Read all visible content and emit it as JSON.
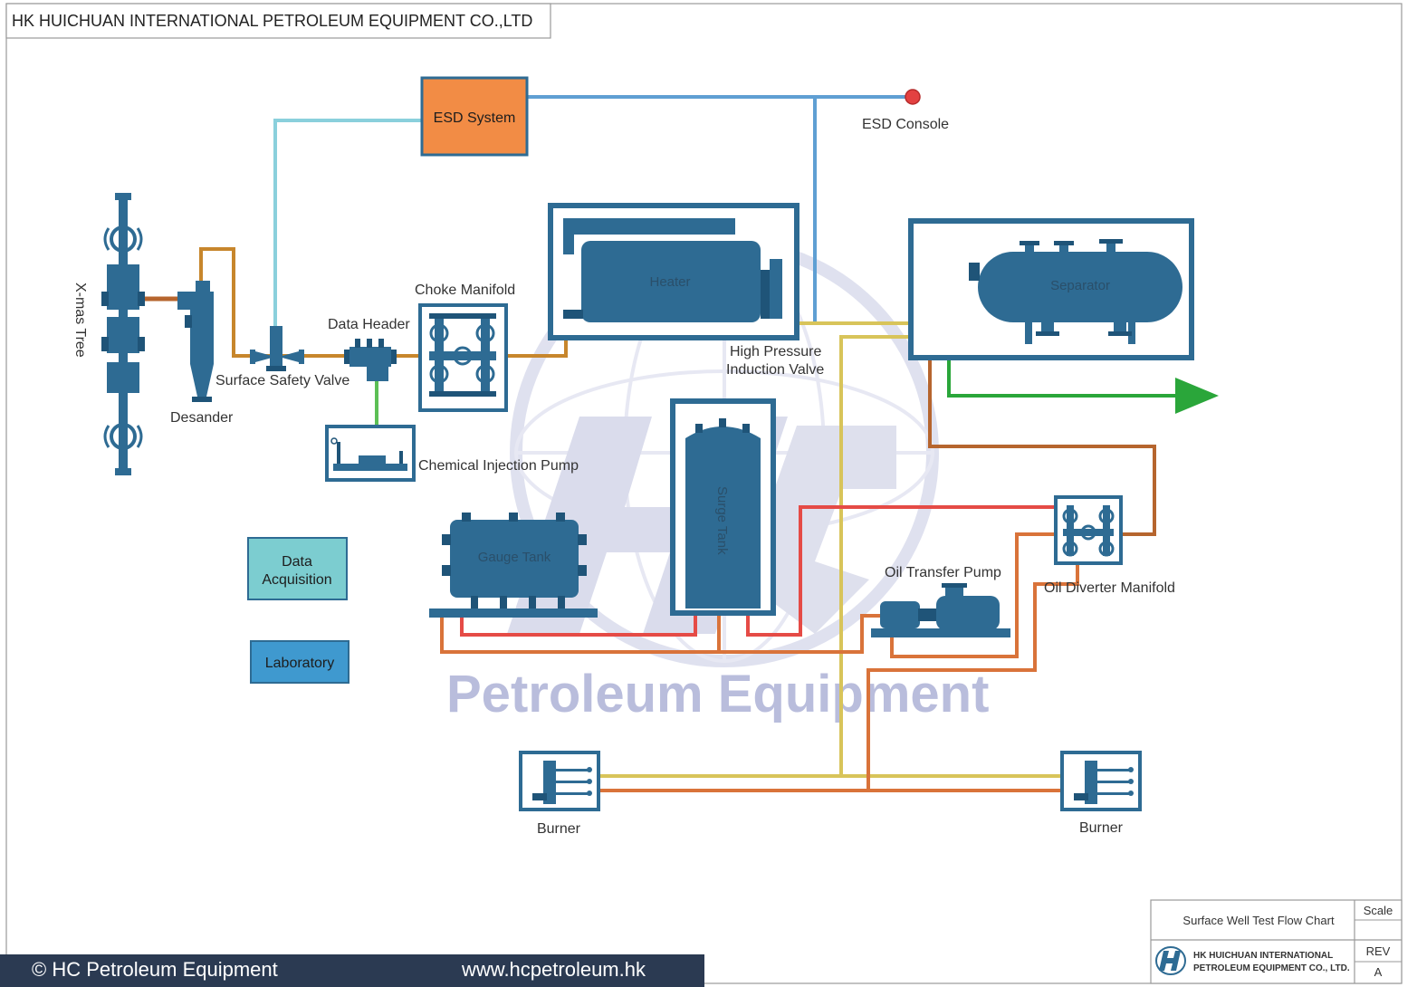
{
  "header": {
    "company": "HK HUICHUAN INTERNATIONAL PETROLEUM EQUIPMENT CO.,LTD"
  },
  "colors": {
    "equipment": "#2e6b93",
    "equipment_dark": "#1f5478",
    "esd_box": "#f28c45",
    "data_acq_box": "#7ccdd0",
    "laboratory_box": "#3f99cf",
    "line_control_blue": "#5f9fd3",
    "line_control_cyan": "#8ad0dc",
    "line_inlet": "#c7862c",
    "line_gas": "#d8c45a",
    "line_oil": "#d9733a",
    "line_red": "#e54b46",
    "line_brown": "#b6652e",
    "line_water": "#2aa63a",
    "line_chem": "#5cbf55",
    "watermark": "#b9bddc"
  },
  "nodes": {
    "esd_system": "ESD System",
    "esd_console": "ESD Console",
    "xmas_tree": "X-mas Tree",
    "desander": "Desander",
    "surface_safety_valve": "Surface Safety Valve",
    "data_header": "Data Header",
    "choke_manifold": "Choke Manifold",
    "chemical_injection_pump": "Chemical Injection Pump",
    "heater": "Heater",
    "high_pressure_induction_valve": [
      "High Pressure",
      "Induction Valve"
    ],
    "separator": "Separator",
    "surge_tank": "Surge Tank",
    "gauge_tank": "Gauge Tank",
    "oil_transfer_pump": "Oil Transfer Pump",
    "oil_diverter_manifold": "Oil Diverter Manifold",
    "data_acquisition": [
      "Data",
      "Acquisition"
    ],
    "laboratory": "Laboratory",
    "burner_left": "Burner",
    "burner_right": "Burner"
  },
  "watermark": {
    "text": "Petroleum Equipment"
  },
  "title_block": {
    "title": "Surface Well Test Flow Chart",
    "company_line1": "HK HUICHUAN INTERNATIONAL",
    "company_line2": "PETROLEUM EQUIPMENT CO., LTD.",
    "scale_label": "Scale",
    "rev_label": "REV",
    "rev_value": "A"
  },
  "footer": {
    "copyright": "© HC Petroleum Equipment",
    "website": "www.hcpetroleum.hk"
  }
}
